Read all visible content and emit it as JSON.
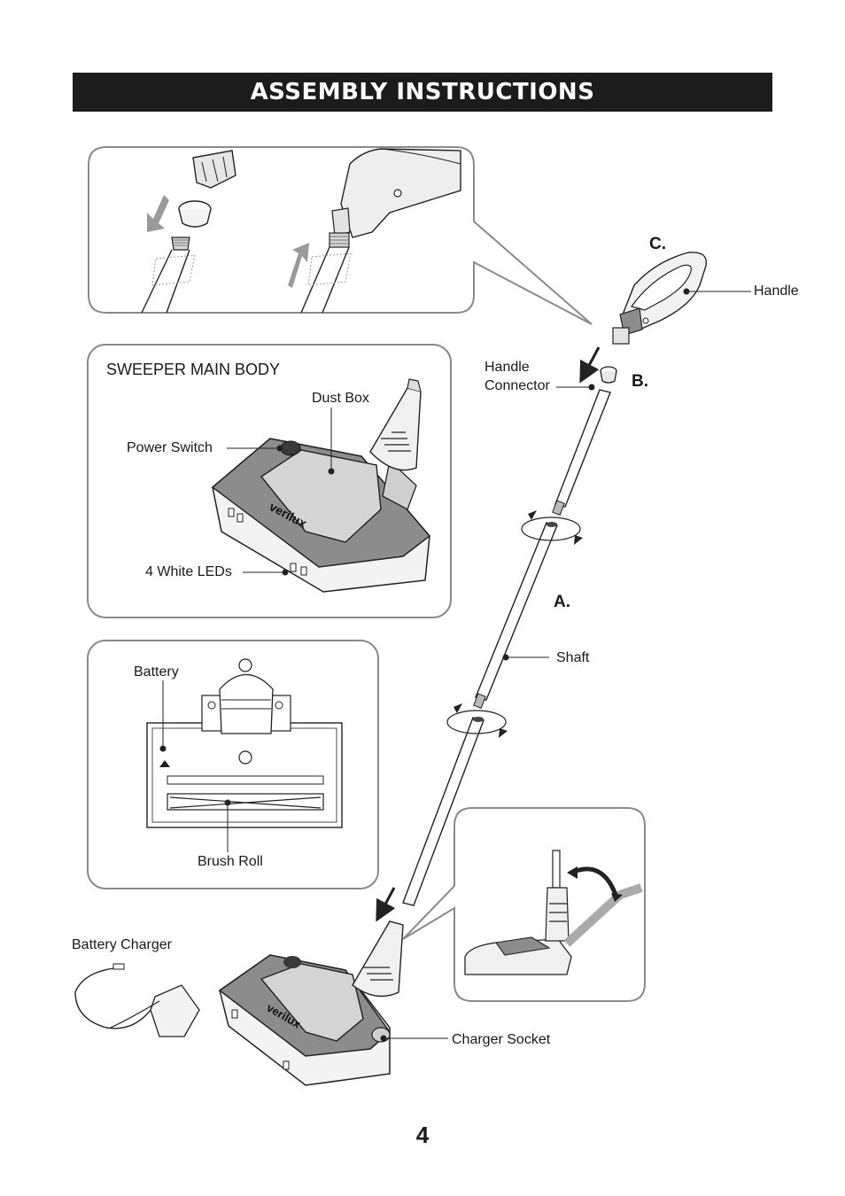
{
  "header": {
    "title": "ASSEMBLY INSTRUCTIONS"
  },
  "panels": {
    "main_body": {
      "heading": "SWEEPER MAIN BODY",
      "labels": {
        "dust_box": "Dust Box",
        "power_switch": "Power Switch",
        "leds": "4 White LEDs"
      },
      "brand": "verilux"
    },
    "underside": {
      "labels": {
        "battery": "Battery",
        "brush_roll": "Brush Roll"
      }
    }
  },
  "assembly": {
    "steps": {
      "a": "A.",
      "b": "B.",
      "c": "C."
    },
    "labels": {
      "handle": "Handle",
      "handle_connector_line1": "Handle",
      "handle_connector_line2": "Connector",
      "shaft": "Shaft",
      "charger_socket": "Charger Socket",
      "battery_charger": "Battery Charger"
    }
  },
  "footer": {
    "page_number": "4"
  },
  "colors": {
    "title_bar": "#1c1c1c",
    "panel_border": "#8a8a8a",
    "body_gray": "#8c8c8c",
    "arrow_gray": "#9a9a9a"
  }
}
